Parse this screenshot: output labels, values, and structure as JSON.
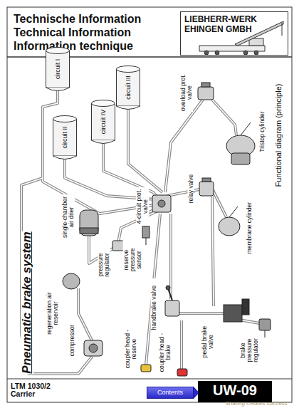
{
  "diagram": {
    "title": "Technische Information Technical Information Information technique",
    "nodes": [
      {
        "text": [
          "LIEBHERR-WERK EHINGEN GMBH"
        ]
      },
      {
        "text": [
          "circuit I"
        ]
      },
      {
        "text": [
          "circuit III"
        ]
      },
      {
        "text": [
          "circuit IV"
        ]
      },
      {
        "text": [
          "circuit II"
        ]
      },
      {
        "text": [
          "Contents"
        ]
      },
      {
        "text": [
          "UW-09"
        ]
      }
    ],
    "labels": [
      "Pneumatic brake system",
      "Functional diagram (principle)",
      "overload prot. valve",
      "Tristop cylinder",
      "relay valve",
      "membrane cylinder",
      "4-circuit prot. valve",
      "reserve pressure sensor",
      "single-chamber air drier",
      "pressure regulator",
      "regeneration air reservoir",
      "compressor",
      "handbrake valve",
      "coupler head - reserve",
      "coupler head - brake",
      "pedal brake valve",
      "brake pressure regulator",
      "LTM 1030/2 Carrier",
      "Sharing creates success"
    ]
  }
}
